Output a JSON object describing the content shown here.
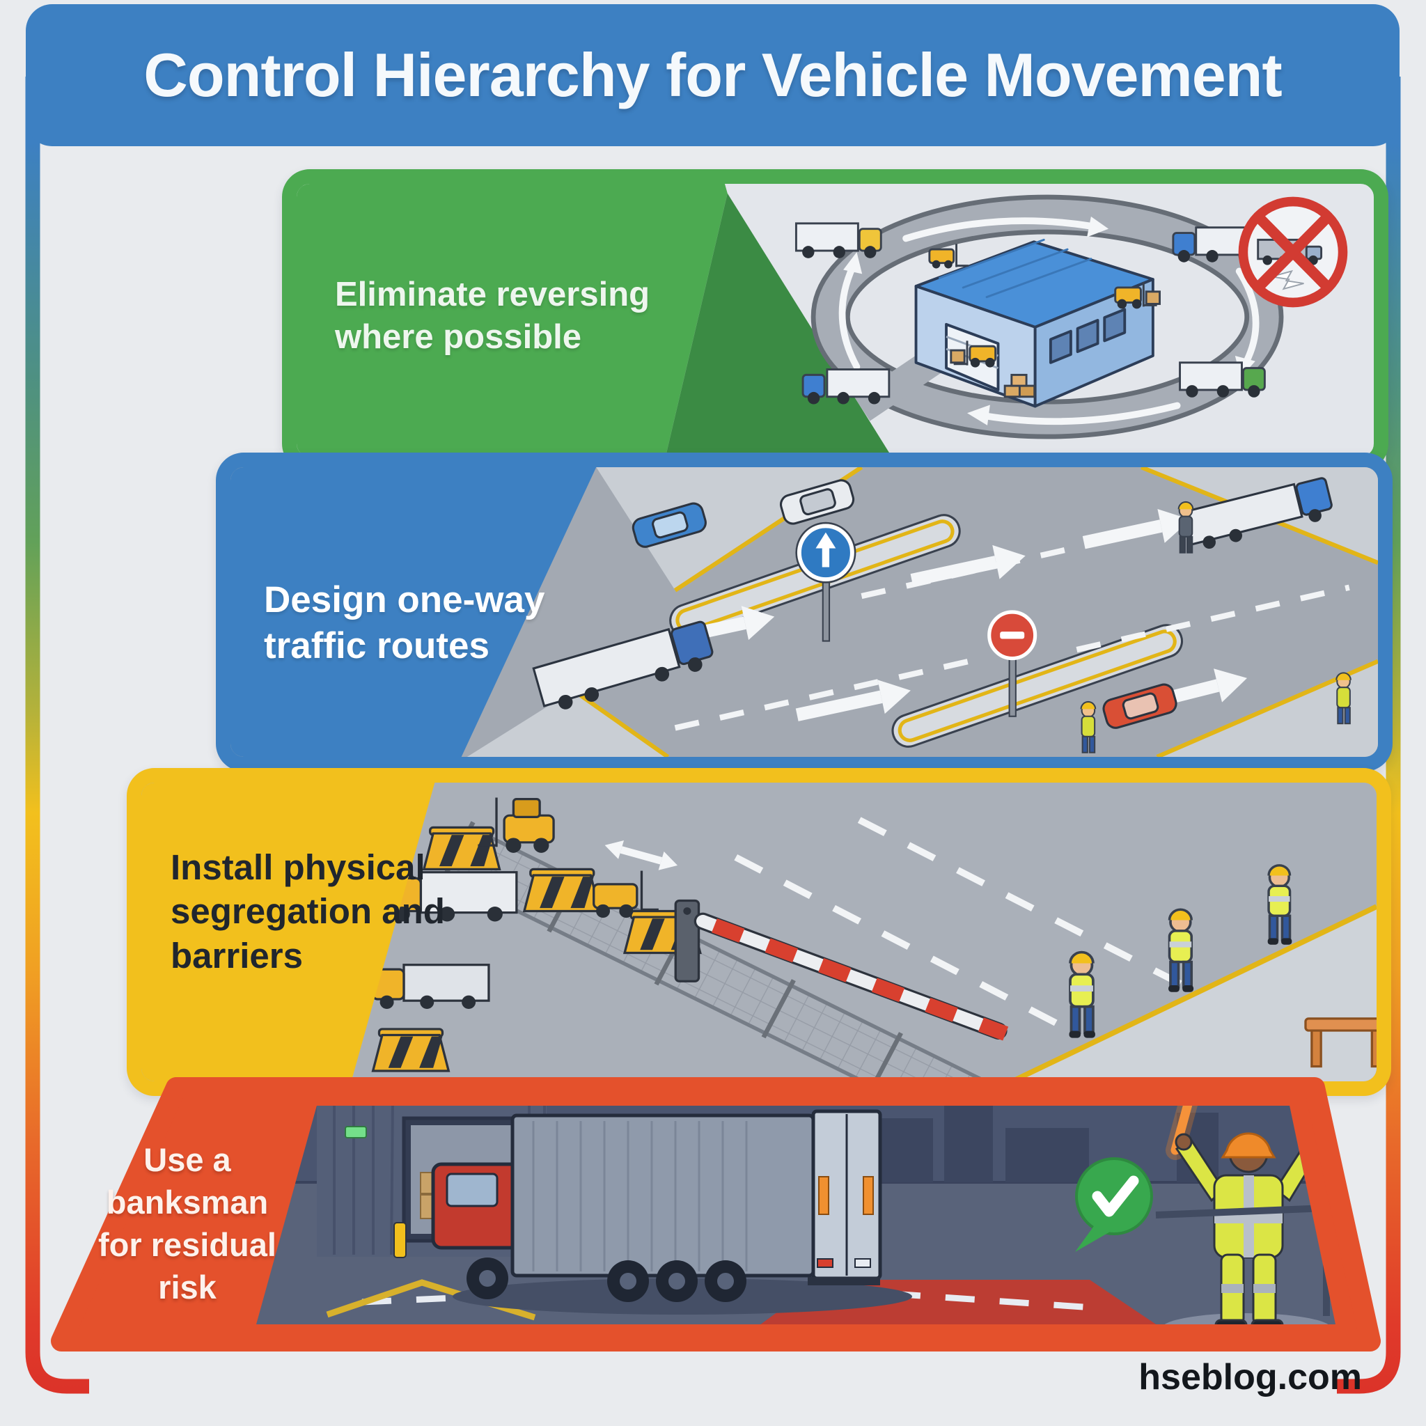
{
  "header": {
    "title": "Control Hierarchy for Vehicle Movement",
    "bg_color": "#3d80c2"
  },
  "panels": [
    {
      "label": "Eliminate reversing where possible",
      "color": "#4caa51",
      "accent_color": "#3b8b44",
      "illustration": "warehouse-one-way-loop",
      "icons": [
        "no-reversing-icon",
        "warehouse-icon",
        "truck-icon",
        "forklift-icon",
        "loop-arrow-icon"
      ]
    },
    {
      "label": "Design one-way traffic routes",
      "color": "#3d80c2",
      "illustration": "one-way-intersection",
      "icons": [
        "one-way-sign-icon",
        "no-entry-sign-icon",
        "lane-arrow-icon",
        "car-icon",
        "truck-icon",
        "worker-icon"
      ]
    },
    {
      "label": "Install physical segregation and barriers",
      "color": "#f2c01d",
      "illustration": "segregation-barriers",
      "icons": [
        "jersey-barrier-icon",
        "mesh-fence-icon",
        "boom-barrier-icon",
        "forklift-icon",
        "worker-icon"
      ]
    },
    {
      "label": "Use a banksman for residual risk",
      "color": "#e4512c",
      "illustration": "banksman-guiding-reversing-truck",
      "icons": [
        "check-icon",
        "signal-baton-icon",
        "banksman-icon",
        "truck-icon"
      ]
    }
  ],
  "footer": {
    "watermark": "hseblog.com"
  },
  "colors": {
    "page_background": "#e9ebee",
    "frame_gradient": [
      "#3d80c2",
      "#4f9180",
      "#62a159",
      "#f2c01d",
      "#f0a023",
      "#e86a2a",
      "#d92f28"
    ],
    "illustration_background": "#e3e6eb",
    "road_gray": "#a3a9b2",
    "night_scene": "#59637a",
    "hazard_yellow": "#f0b429",
    "danger_red": "#d23b32",
    "hi_vis": "#dbe545",
    "check_green": "#38a84e"
  }
}
